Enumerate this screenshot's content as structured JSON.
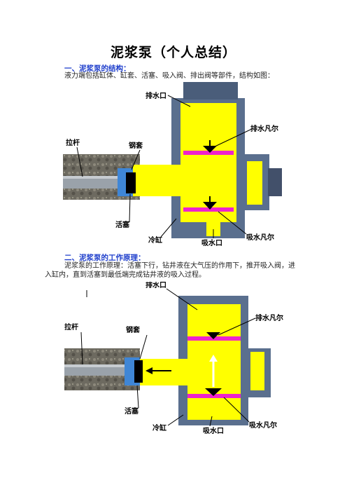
{
  "page_title": "泥浆泵（个人总结）",
  "section1": {
    "heading": "一、泥浆泵的结构：",
    "text": "液力端包括缸体、缸套、活塞、吸入阀、排出阀等部件，结构如图："
  },
  "section2": {
    "heading": "二、泥浆泵的工作原理：",
    "text_line1": "泥浆泵的工作原理：活塞下行，钻井液在大气压的作用下，推开吸入阀，进",
    "text_line2": "入缸内，直到活塞到最低端完成钻井液的吸入过程。"
  },
  "figure1": {
    "labels": {
      "outlet": "排水口",
      "discharge_valve": "排水凡尔",
      "rod": "拉杆",
      "liner": "钢套",
      "piston": "活塞",
      "cylinder": "冷缸",
      "inlet": "吸水口",
      "suction_valve": "吸水凡尔"
    }
  },
  "figure2": {
    "labels": {
      "outlet": "排水口",
      "discharge_valve": "排水凡尔",
      "rod": "拉杆",
      "liner": "钢套",
      "piston": "活塞",
      "cylinder": "冷缸",
      "inlet": "吸水口",
      "suction_valve": "吸水凡尔"
    }
  },
  "colors": {
    "heading": "#1f3fcc",
    "fluid": "#ffff00",
    "valve_seat": "#ee22cc",
    "housing": "#5a6f8e",
    "rod": "#9aa2aa"
  }
}
